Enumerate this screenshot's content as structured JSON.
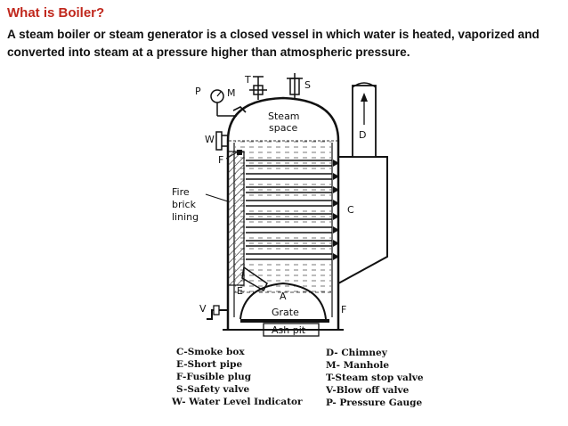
{
  "heading": "What is Boiler?",
  "description": "A steam boiler or steam generator is a closed vessel in which water is heated, vaporized and converted into steam at a pressure higher than atmospheric pressure.",
  "diagram": {
    "labels": {
      "P": "P",
      "M": "M",
      "T": "T",
      "S": "S",
      "W": "W",
      "F_top": "F",
      "D": "D",
      "C": "C",
      "E": "E",
      "A": "A",
      "V": "V",
      "F_right": "F",
      "steam_line1": "Steam",
      "steam_line2": "space",
      "fire_line1": "Fire",
      "fire_line2": "brick",
      "fire_line3": "lining",
      "grate": "Grate",
      "ash_pit": "Ash pit"
    },
    "legend": {
      "left": [
        "C-Smoke box",
        "E-Short pipe",
        "F-Fusible plug",
        "S-Safety valve",
        "W- Water Level Indicator"
      ],
      "right": [
        "D- Chimney",
        "M- Manhole",
        "T-Steam stop valve",
        "V-Blow off valve",
        "P- Pressure Gauge"
      ]
    }
  }
}
